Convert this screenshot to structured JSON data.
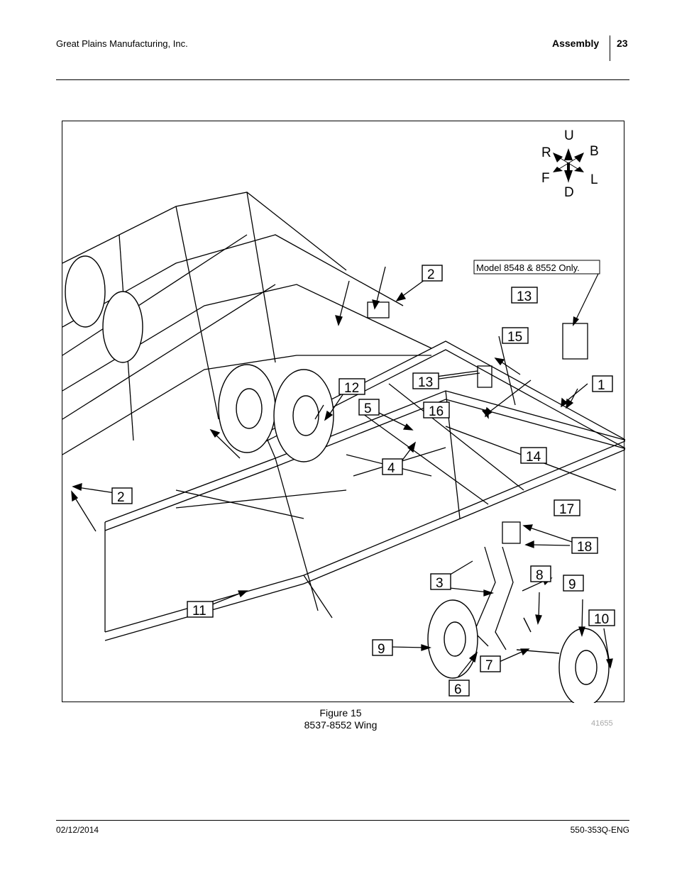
{
  "header": {
    "company": "Great Plains Manufacturing, Inc.",
    "section": "Assembly",
    "page_number": "23"
  },
  "figure": {
    "compass": {
      "up": "U",
      "back": "B",
      "right": "R",
      "left": "L",
      "front": "F",
      "down": "D"
    },
    "model_note": "Model 8548 & 8552 Only.",
    "callouts": [
      "1",
      "2",
      "2",
      "3",
      "4",
      "5",
      "6",
      "7",
      "8",
      "9",
      "9",
      "10",
      "11",
      "12",
      "13",
      "13",
      "14",
      "15",
      "16",
      "17",
      "18"
    ],
    "caption_title": "Figure 15",
    "caption_subtitle": "8537-8552 Wing",
    "figure_id": "41655"
  },
  "footer": {
    "date": "02/12/2014",
    "document_number": "550-353Q-ENG"
  }
}
